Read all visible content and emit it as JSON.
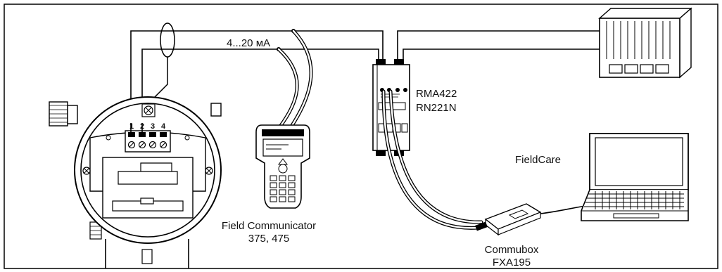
{
  "labels": {
    "signal": "4...20 мA",
    "barrier_line1": "RMA422",
    "barrier_line2": "RN221N",
    "software": "FieldCare",
    "communicator_line1": "Field Communicator",
    "communicator_line2": "375, 475",
    "modem_line1": "Commubox",
    "modem_line2": "FXA195"
  },
  "terminals": [
    "1",
    "2",
    "3",
    "4"
  ]
}
